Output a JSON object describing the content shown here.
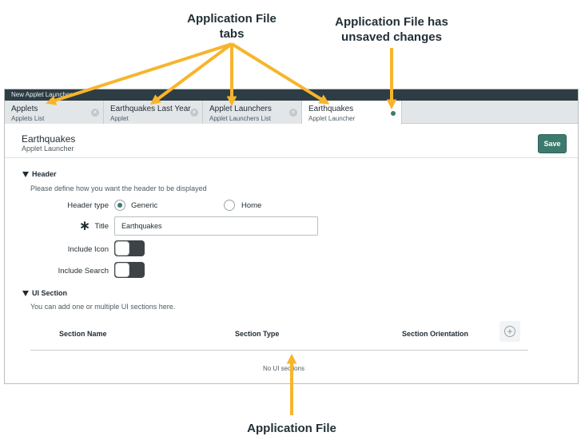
{
  "annotations": {
    "tabs_callout": [
      "Application File",
      "tabs"
    ],
    "unsaved_callout": [
      "Application File has",
      "unsaved changes"
    ],
    "file_callout": "Application File",
    "arrow_color": "#f7b52c"
  },
  "window": {
    "title": "New Applet Launcher",
    "tabs": [
      {
        "title": "Applets",
        "subtitle": "Applets List",
        "state": "close"
      },
      {
        "title": "Earthquakes Last Year",
        "subtitle": "Applet",
        "state": "close"
      },
      {
        "title": "Applet Launchers",
        "subtitle": "Applet Launchers List",
        "state": "close"
      },
      {
        "title": "Earthquakes",
        "subtitle": "Applet Launcher",
        "state": "unsaved",
        "active": true
      }
    ]
  },
  "page": {
    "title": "Earthquakes",
    "subtitle": "Applet Launcher",
    "save_label": "Save"
  },
  "header_section": {
    "heading": "Header",
    "help": "Please define how you want the header to be displayed",
    "header_type_label": "Header type",
    "options": [
      "Generic",
      "Home"
    ],
    "selected": "Generic",
    "title_label": "Title",
    "title_value": "Earthquakes",
    "include_icon_label": "Include Icon",
    "include_icon": false,
    "include_search_label": "Include Search",
    "include_search": false
  },
  "ui_section": {
    "heading": "UI Section",
    "help": "You can add one or multiple UI sections here.",
    "columns": [
      "Section Name",
      "Section Type",
      "Section Orientation"
    ],
    "empty_message": "No UI sections"
  },
  "colors": {
    "accent": "#3d7a6e",
    "title_bar": "#2e3d44",
    "tab_strip": "#e3e6e8"
  }
}
